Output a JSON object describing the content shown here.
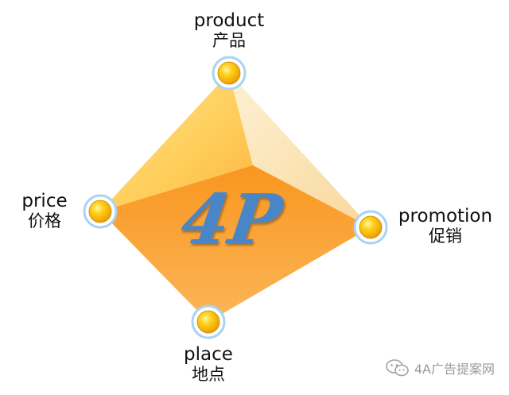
{
  "center_label": "4P",
  "nodes": {
    "product": {
      "en": "product",
      "zh": "产品"
    },
    "price": {
      "en": "price",
      "zh": "价格"
    },
    "promotion": {
      "en": "promotion",
      "zh": "促销"
    },
    "place": {
      "en": "place",
      "zh": "地点"
    }
  },
  "watermark": {
    "text": "4A广告提案网",
    "icon": "wechat-icon"
  },
  "colors": {
    "pyramid_front": "#f9a63a",
    "pyramid_light": "#ffd878",
    "pyramid_right": "#fbe3ad",
    "center_text": "#4a86c8",
    "node_fill": "#ffc400",
    "node_ring": "#a8d4f2"
  }
}
